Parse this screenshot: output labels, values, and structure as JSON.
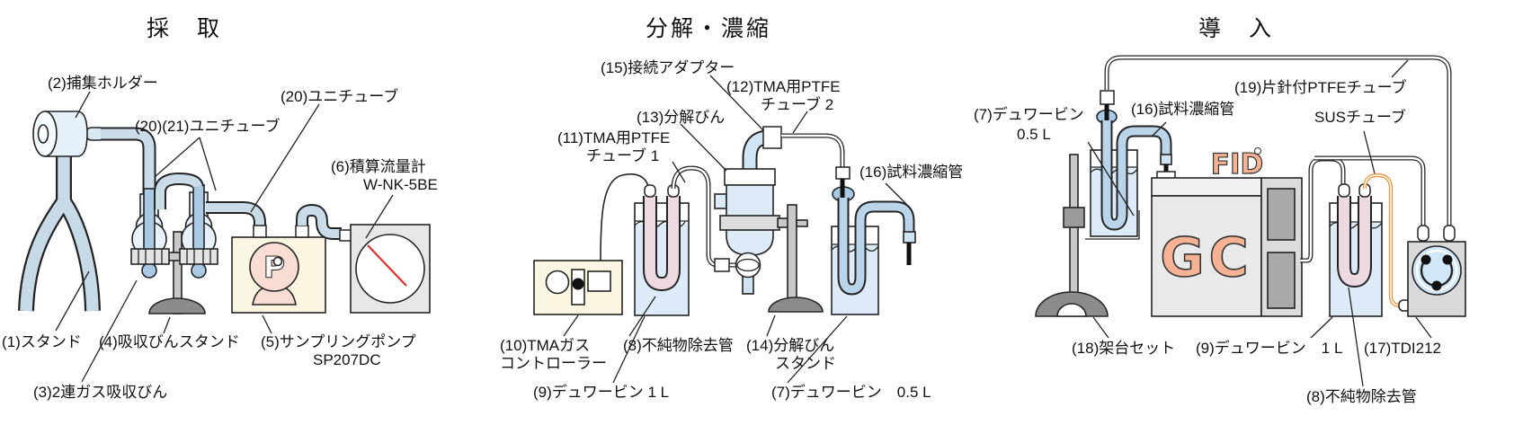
{
  "titles": {
    "sampling": "採　取",
    "decomposition": "分解・濃縮",
    "introduction": "導　入"
  },
  "labels": {
    "s1": {
      "holder": "(2)捕集ホルダー",
      "unitube_20": "(20)ユニチューブ",
      "unitube_2021": "(20)(21)ユニチューブ",
      "flowmeter_line1": "(6)積算流量計",
      "flowmeter_line2": "W-NK-5BE",
      "stand": "(1)スタンド",
      "bottle_stand": "(4)吸収びんスタンド",
      "pump_line1": "(5)サンプリングポンプ",
      "pump_line2": "SP207DC",
      "gas_bottles": "(3)2連ガス吸収びん"
    },
    "s2": {
      "adapter": "(15)接続アダプター",
      "ptfe2_line1": "(12)TMA用PTFE",
      "ptfe2_line2": "チューブ 2",
      "flask": "(13)分解びん",
      "ptfe1_line1": "(11)TMA用PTFE",
      "ptfe1_line2": "チューブ 1",
      "conc_tube": "(16)試料濃縮管",
      "controller_line1": "(10)TMAガス",
      "controller_line2": "コントローラー",
      "impurity": "(8)不純物除去管",
      "flask_stand_line1": "(14)分解びん",
      "flask_stand_line2": "スタンド",
      "dewar_1l": "(9)デュワービン 1 L",
      "dewar_05l": "(7)デュワービン　0.5 L"
    },
    "s3": {
      "needle_tube": "(19)片針付PTFEチューブ",
      "dewar_05l_line1": "(7)デュワービン",
      "dewar_05l_line2": "0.5 L",
      "conc_tube": "(16)試料濃縮管",
      "sus_tube": "SUSチューブ",
      "frame_set": "(18)架台セット",
      "dewar_1l": "(9)デュワービン　1 L",
      "tdi": "(17)TDI212",
      "impurity": "(8)不純物除去管"
    }
  },
  "device_text": {
    "gc": "GC",
    "fid": "FID",
    "pump_icon": "P"
  },
  "colors": {
    "tube_blue": "#c9dce8",
    "inner_tube_blue": "#a9c9e5",
    "glass_blue": "#e9f2fb",
    "dewar_fill": "#dcebf7",
    "pink_tube": "#ecd9e2",
    "salmon": "#f6b294",
    "pump_pink": "#f9ddd3",
    "cream_box": "#faf6e2",
    "gray_box": "#e7e7e9",
    "dark_gray": "#8c8c8c",
    "sus_orange": "#e8923a",
    "needle_red": "#e03030"
  }
}
